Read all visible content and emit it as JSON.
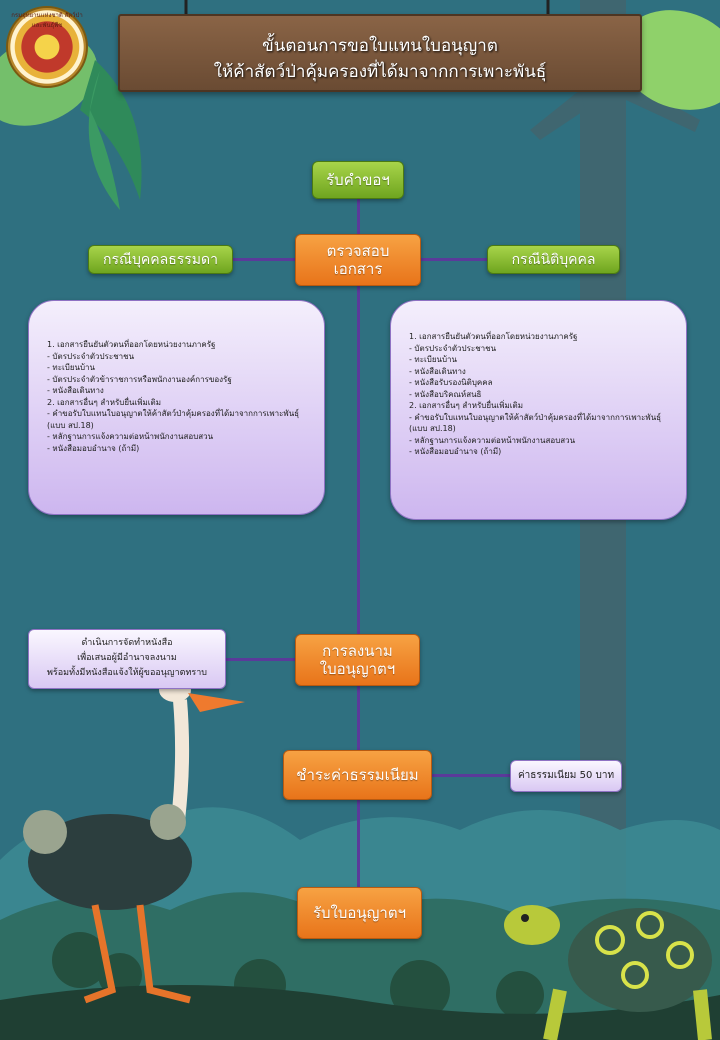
{
  "title": {
    "line1": "ขั้นตอนการขอใบแทนใบอนุญาต",
    "line2": "ให้ค้าสัตว์ป่าคุ้มครองที่ได้มาจากการเพาะพันธุ์"
  },
  "logo": {
    "alt": "Department of National Parks, Wildlife and Plant Conservation seal",
    "ring_text": "กรมอุทยานแห่งชาติ สัตว์ป่า และพันธุ์พืช"
  },
  "steps": {
    "receive": "รับคำขอฯ",
    "check_line1": "ตรวจสอบ",
    "check_line2": "เอกสาร",
    "sign_line1": "การลงนาม",
    "sign_line2": "ใบอนุญาตฯ",
    "pay": "ชำระค่าธรรมเนียม",
    "get": "รับใบอนุญาตฯ"
  },
  "cases": {
    "individual": "กรณีบุคคลธรรมดา",
    "juristic": "กรณีนิติบุคคล"
  },
  "individual_docs": [
    "1. เอกสารยืนยันตัวตนที่ออกโดยหน่วยงานภาครัฐ",
    "- บัตรประจำตัวประชาชน",
    "- ทะเบียนบ้าน",
    "- บัตรประจำตัวข้าราชการหรือพนักงานองค์การของรัฐ",
    "- หนังสือเดินทาง",
    "2. เอกสารอื่นๆ สำหรับยื่นเพิ่มเติม",
    "- คำขอรับใบแทนใบอนุญาตให้ค้าสัตว์ป่าคุ้มครองที่ได้มาจากการเพาะพันธุ์",
    "(แบบ สป.18)",
    "- หลักฐานการแจ้งความต่อหน้าพนักงานสอบสวน",
    "- หนังสือมอบอำนาจ (ถ้ามี)"
  ],
  "juristic_docs": [
    "1. เอกสารยืนยันตัวตนที่ออกโดยหน่วยงานภาครัฐ",
    "- บัตรประจำตัวประชาชน",
    "- ทะเบียนบ้าน",
    "- หนังสือเดินทาง",
    "- หนังสือรับรองนิติบุคคล",
    "- หนังสือบริคณห์สนธิ",
    "2. เอกสารอื่นๆ สำหรับยื่นเพิ่มเติม",
    "- คำขอรับใบแทนใบอนุญาตให้ค้าสัตว์ป่าคุ้มครองที่ได้มาจากการเพาะพันธุ์",
    "(แบบ สป.18)",
    "- หลักฐานการแจ้งความต่อหน้าพนักงานสอบสวน",
    "- หนังสือมอบอำนาจ (ถ้ามี)"
  ],
  "sign_note": [
    "ดำเนินการจัดทำหนังสือ",
    "เพื่อเสนอผู้มีอำนาจลงนาม",
    "พร้อมทั้งมีหนังสือแจ้งให้ผู้ขออนุญาตทราบ"
  ],
  "fee_note": "ค่าธรรมเนียม 50 บาท",
  "colors": {
    "background": "#2e6f80",
    "step": "#f08a2a",
    "case": "#8cc63f",
    "doc_box": "#d9c8f3",
    "connector": "#5b3a9a"
  }
}
